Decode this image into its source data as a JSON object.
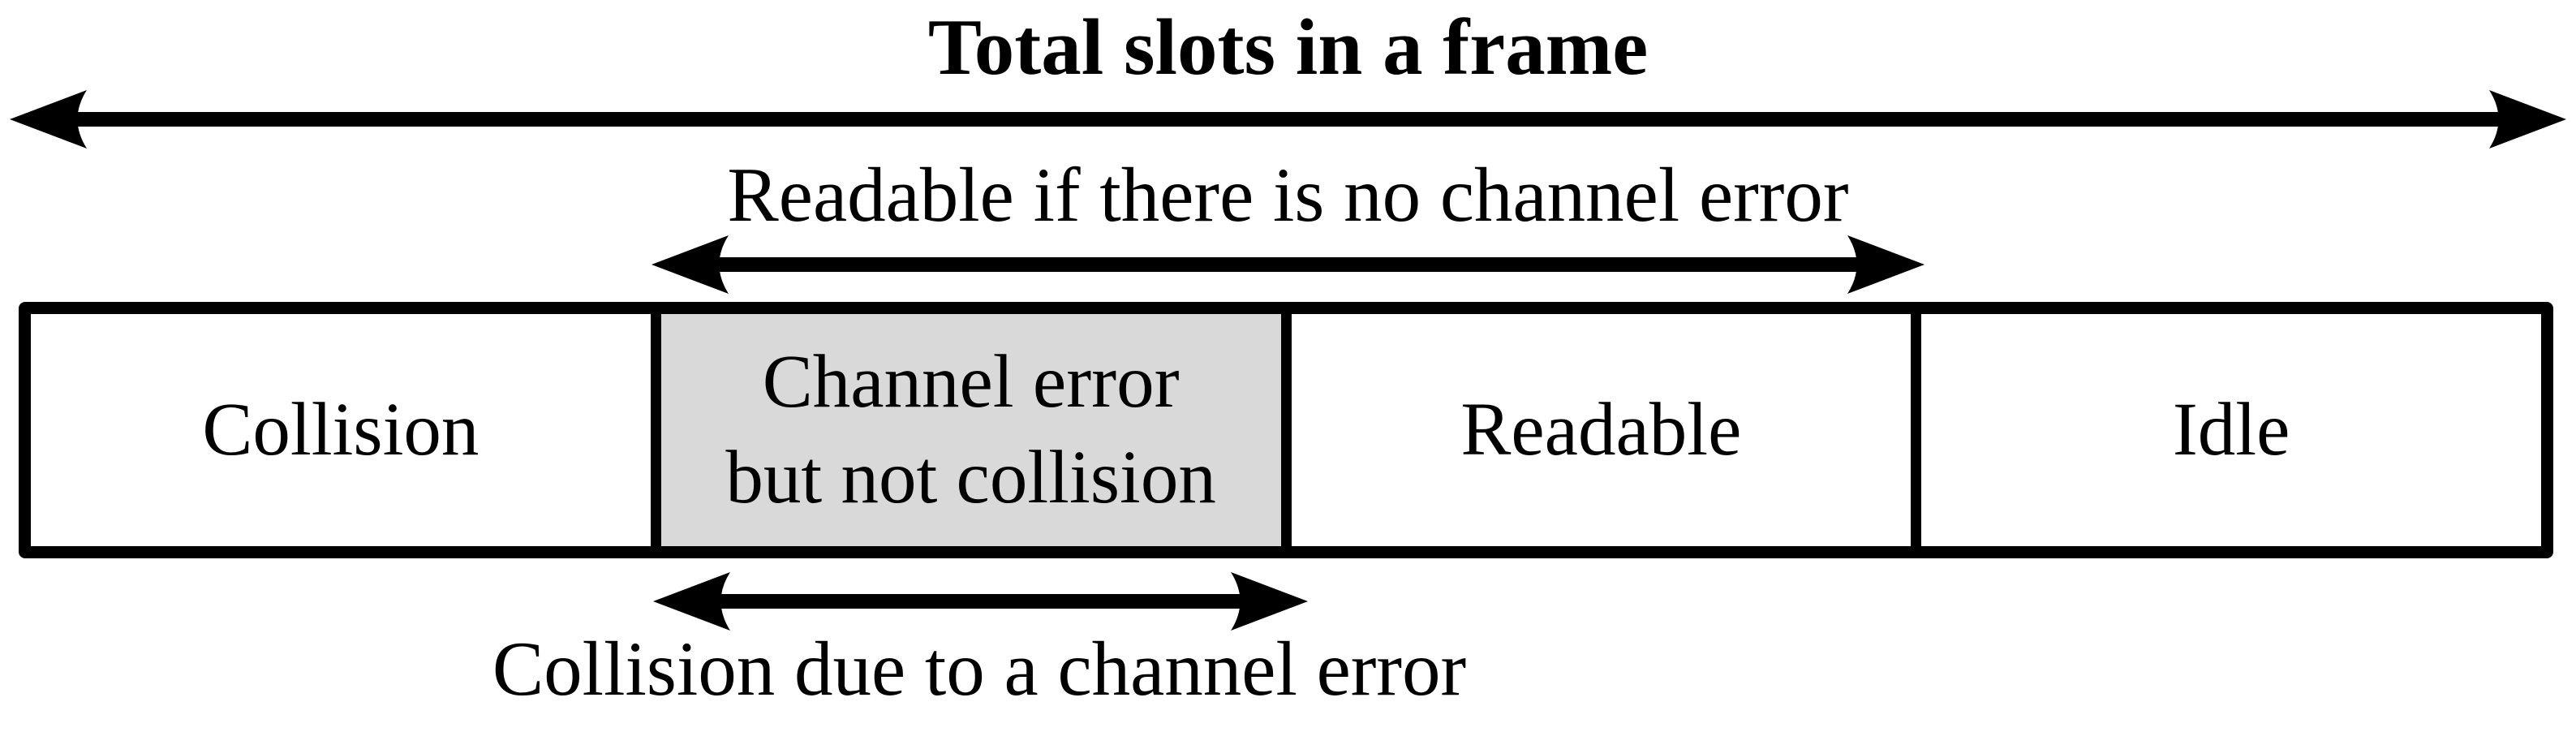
{
  "title": "Total slots in a frame",
  "annotations": {
    "readable_span_label": "Readable if there is no channel error",
    "collision_span_label": "Collision due to a channel error"
  },
  "frame_bar": {
    "cells": [
      {
        "line1": "Collision",
        "line2": "",
        "shaded": false
      },
      {
        "line1": "Channel error",
        "line2": "but not collision",
        "shaded": true
      },
      {
        "line1": "Readable",
        "line2": "",
        "shaded": false
      },
      {
        "line1": "Idle",
        "line2": "",
        "shaded": false
      }
    ]
  },
  "icons": {
    "total_span_arrow": "double-headed-arrow",
    "readable_span_arrow": "double-headed-arrow",
    "collision_span_arrow": "double-headed-arrow"
  },
  "colors": {
    "line": "#000000",
    "text": "#000000",
    "cell_background": "#ffffff",
    "shaded_cell_background": "#d9d9d9",
    "page_background": "#ffffff"
  }
}
